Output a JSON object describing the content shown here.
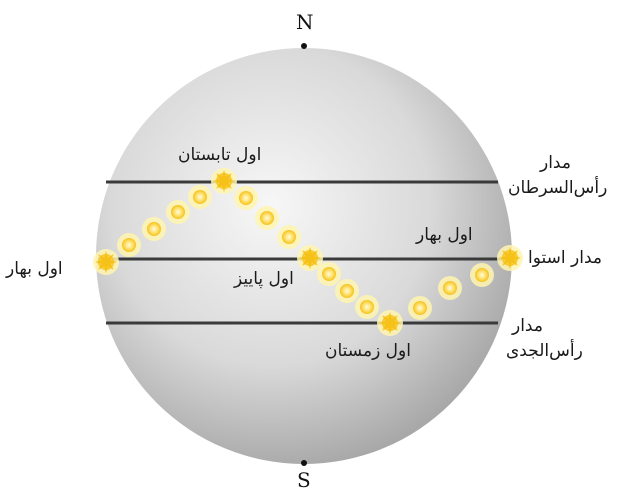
{
  "poles": {
    "north": "N",
    "south": "S"
  },
  "labels": {
    "summer": "اول تابستان",
    "spring_left": "اول بهار",
    "spring_right": "اول بهار",
    "autumn": "اول پاییز",
    "winter": "اول زمستان",
    "cancer_line1": "مدار",
    "cancer_line2": "رأس‌السرطان",
    "equator": "مدار استوا",
    "capricorn_line1": "مدار",
    "capricorn_line2": "رأس‌الجدی"
  },
  "colors": {
    "sphere_light": "#f4f4f4",
    "sphere_dark": "#9a9a9a",
    "line": "#3a3a3a",
    "sun_core": "#f6c21a",
    "sun_glow": "#fff3a6"
  }
}
